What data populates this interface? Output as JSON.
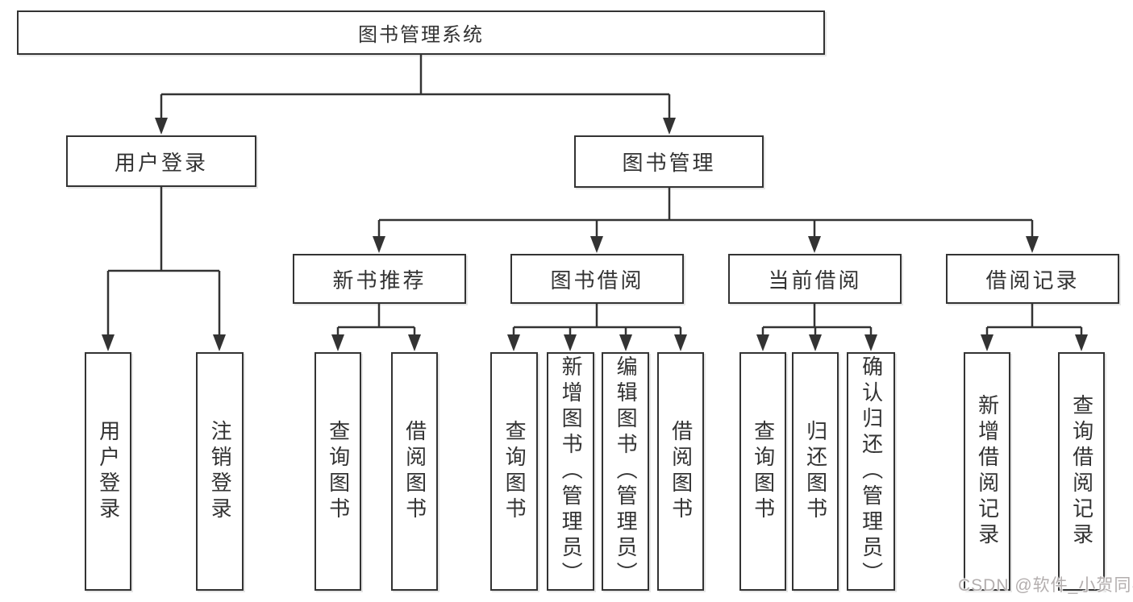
{
  "tree": {
    "root": {
      "label": "图书管理系统"
    },
    "branches": [
      {
        "label": "用户登录",
        "children": [
          {
            "label": "用户登录"
          },
          {
            "label": "注销登录"
          }
        ]
      },
      {
        "label": "图书管理",
        "children": [
          {
            "label": "新书推荐",
            "children": [
              {
                "label": "查询图书"
              },
              {
                "label": "借阅图书"
              }
            ]
          },
          {
            "label": "图书借阅",
            "children": [
              {
                "label": "查询图书"
              },
              {
                "label": "新增图书（管理员）"
              },
              {
                "label": "编辑图书（管理员）"
              },
              {
                "label": "借阅图书"
              }
            ]
          },
          {
            "label": "当前借阅",
            "children": [
              {
                "label": "查询图书"
              },
              {
                "label": "归还图书"
              },
              {
                "label": "确认归还（管理员）"
              }
            ]
          },
          {
            "label": "借阅记录",
            "children": [
              {
                "label": "新增借阅记录"
              },
              {
                "label": "查询借阅记录"
              }
            ]
          }
        ]
      }
    ]
  },
  "watermark": {
    "text": "CSDN @软件_小贺同学"
  },
  "colors": {
    "line": "#333333",
    "text": "#333333",
    "background": "#ffffff",
    "watermark": "#b3aeae"
  }
}
